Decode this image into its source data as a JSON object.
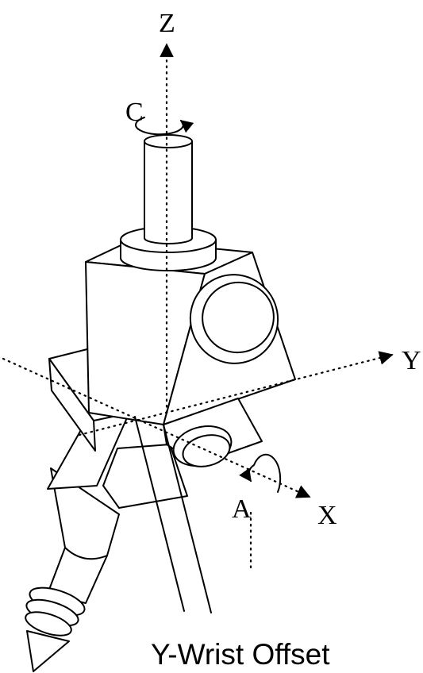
{
  "labels": {
    "z_axis": "Z",
    "y_axis": "Y",
    "x_axis": "X",
    "c_rotation": "C",
    "a_rotation": "A",
    "caption": "Y-Wrist Offset"
  }
}
